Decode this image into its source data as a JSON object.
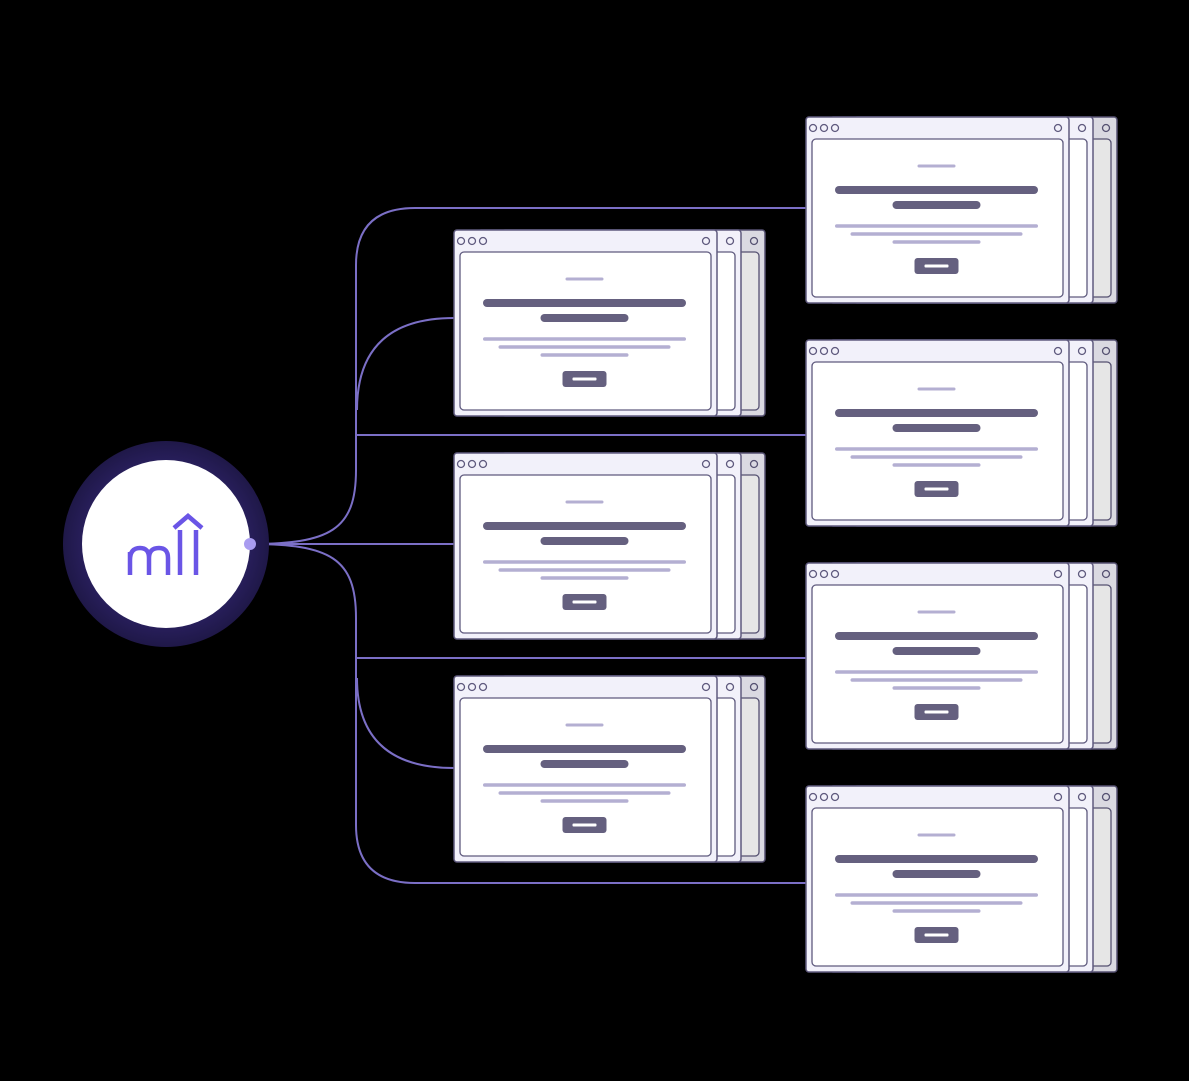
{
  "colors": {
    "background": "#000000",
    "connector": "#7b6fc6",
    "hub_ring": "#1f1848",
    "hub_fill": "#ffffff",
    "logo": "#6a55e6",
    "hub_dot": "#a99cf0",
    "window_frame": "#f2f1fa",
    "window_border": "#5f5a7e",
    "panel_fill": "#ffffff",
    "bar_dark": "#65607f",
    "bar_light": "#b4afd2"
  },
  "hub": {
    "logo_icon": "mailmodo-logo-icon"
  },
  "window_groups": [
    {
      "column": "left",
      "row": 1
    },
    {
      "column": "left",
      "row": 2
    },
    {
      "column": "left",
      "row": 3
    },
    {
      "column": "right",
      "row": 1
    },
    {
      "column": "right",
      "row": 2
    },
    {
      "column": "right",
      "row": 3
    },
    {
      "column": "right",
      "row": 4
    }
  ]
}
